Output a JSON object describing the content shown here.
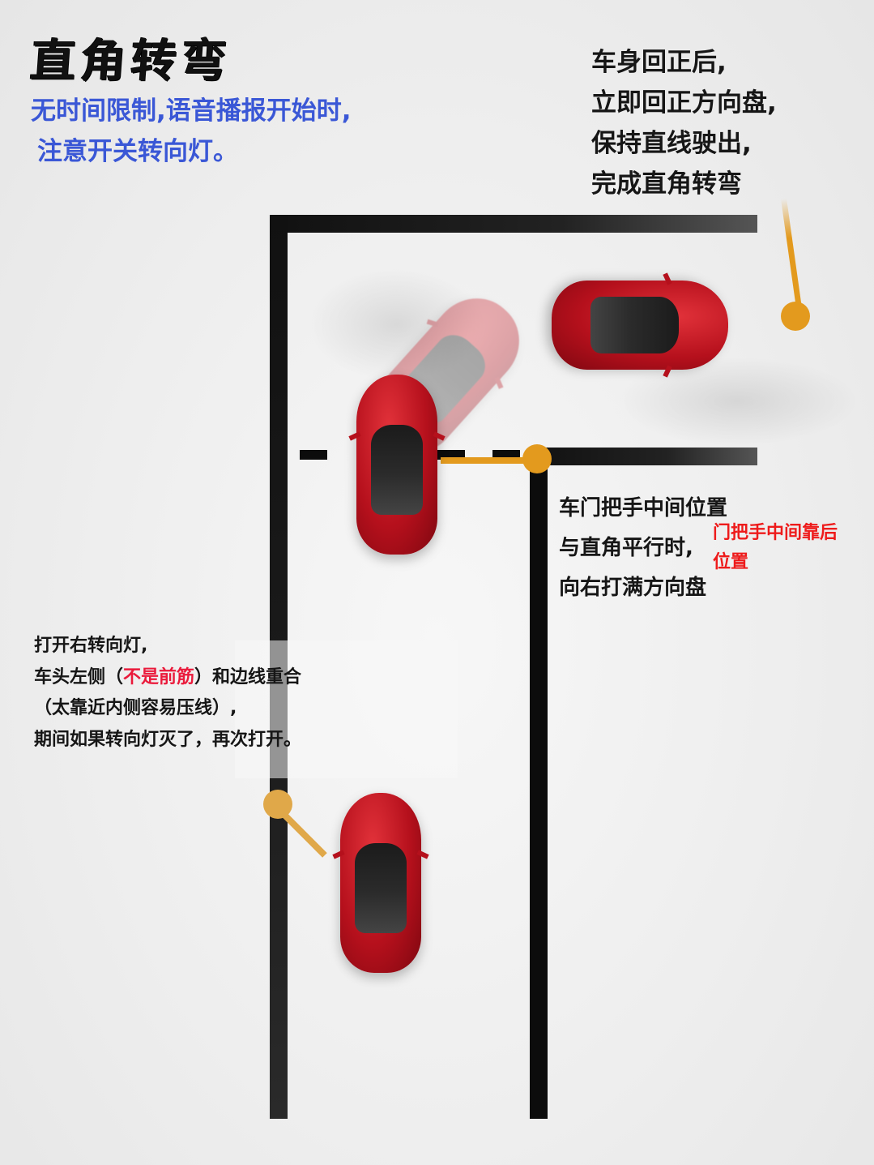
{
  "title": "直角转弯",
  "subtitle": {
    "line1": "无时间限制,语音播报开始时,",
    "line2": "注意开关转向灯。",
    "color": "#3a57d6"
  },
  "step_exit": {
    "lines": [
      "车身回正后,",
      "立即回正方向盘,",
      "保持直线驶出,",
      "完成直角转弯"
    ]
  },
  "step_turn": {
    "lines": [
      "车门把手中间位置",
      "与直角平行时,",
      "向右打满方向盘"
    ],
    "note_red": [
      "门把手中间靠后",
      "位置"
    ],
    "note_color": "#ee1b1b"
  },
  "step_approach": {
    "line1": "打开右转向灯,",
    "line2_prefix": "车头左侧（",
    "line2_red": "不是前筋",
    "line2_suffix": "）和边线重合",
    "line3": "（太靠近内侧容易压线）,",
    "line4": "期间如果转向灯灭了，再次打开。",
    "red_color": "#ea1a3b"
  },
  "colors": {
    "marker": "#e39a1e",
    "road_line": "#0c0c0c",
    "car": "#c2121e"
  }
}
